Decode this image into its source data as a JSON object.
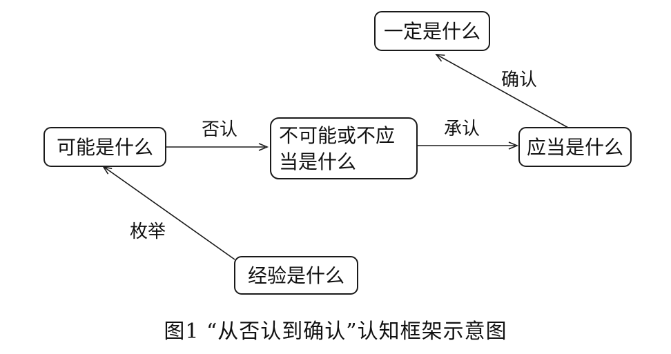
{
  "nodes": {
    "yiding": "一定是什么",
    "keneng": "可能是什么",
    "buke_line1": "不可能或不应",
    "buke_line2": "当是什么",
    "yingdang": "应当是什么",
    "jingyan": "经验是什么"
  },
  "edges": {
    "fouren": "否认",
    "chengren": "承认",
    "queren": "确认",
    "meiju": "枚举"
  },
  "caption": "图1 “从否认到确认”认知框架示意图"
}
